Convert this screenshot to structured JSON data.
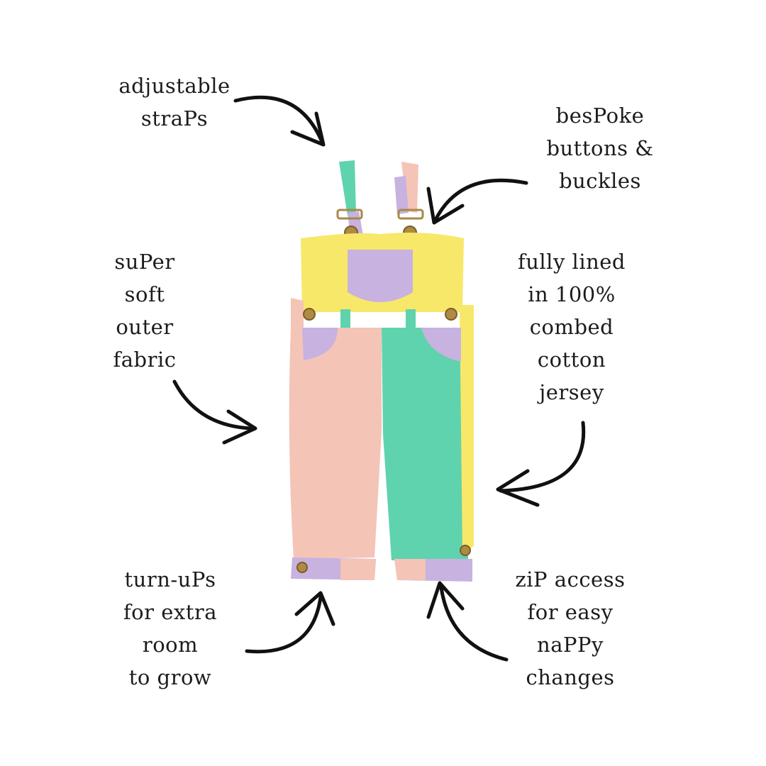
{
  "annotations": {
    "straps": {
      "lines": [
        "adjustable",
        "straPs"
      ]
    },
    "buttons": {
      "lines": [
        "besPoke",
        "buttons &",
        "buckles"
      ]
    },
    "fabric": {
      "lines": [
        "suPer",
        "soft",
        "outer",
        "fabric"
      ]
    },
    "lining": {
      "lines": [
        "fully lined",
        "in 100%",
        "combed",
        "cotton",
        "jersey"
      ]
    },
    "turnups": {
      "lines": [
        "turn-uPs",
        "for extra",
        "room",
        "to grow"
      ]
    },
    "zip": {
      "lines": [
        "ziP access",
        "for easy",
        "naPPy",
        "changes"
      ]
    }
  },
  "colors": {
    "yellow": "#f7e86a",
    "lilac": "#c7b2e0",
    "pink": "#f4c4b7",
    "mint": "#5fd3ad",
    "brass": "#a8884a",
    "ink": "#111111"
  }
}
